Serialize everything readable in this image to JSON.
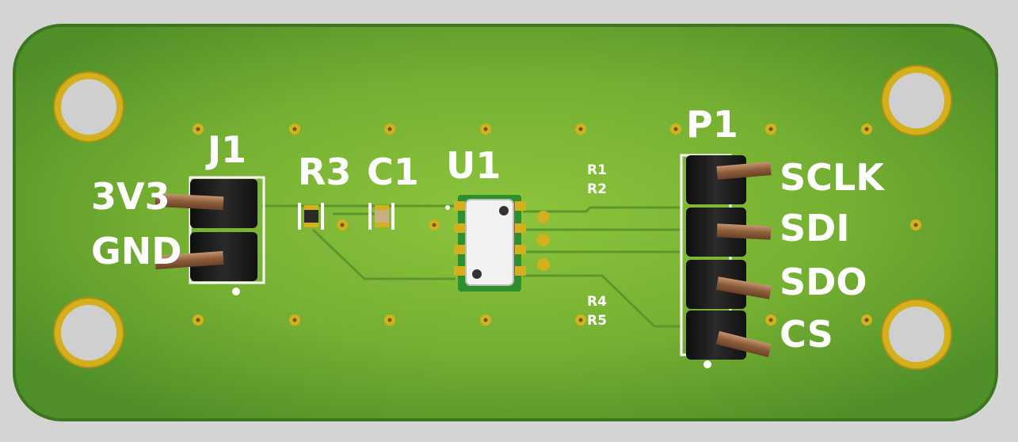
{
  "colors": {
    "background": "#d4d4d4",
    "board_center": "#8cc43c",
    "board_edge": "#3f7d22",
    "copper_gold": "#d4b01e",
    "trace": "#5f9a2a",
    "silkscreen": "#ffffff",
    "pin_copper": "#9a6b45",
    "header_body": "#1a1a1a"
  },
  "board": {
    "components": {
      "j1": {
        "designator": "J1",
        "pin_labels": [
          "3V3",
          "GND"
        ]
      },
      "r3": {
        "designator": "R3"
      },
      "c1": {
        "designator": "C1"
      },
      "u1": {
        "designator": "U1"
      },
      "p1": {
        "designator": "P1",
        "pin_labels": [
          "SCLK",
          "SDI",
          "SDO",
          "CS"
        ]
      }
    },
    "resistor_labels_top": [
      "R1",
      "R2"
    ],
    "resistor_labels_bottom": [
      "R4",
      "R5"
    ],
    "icons": {
      "mounting_hole": "mounting-hole-icon",
      "via": "via-icon",
      "pin_header": "pin-header-icon",
      "smd_resistor": "smd-resistor-icon",
      "ic_chip": "ic-chip-icon"
    }
  }
}
